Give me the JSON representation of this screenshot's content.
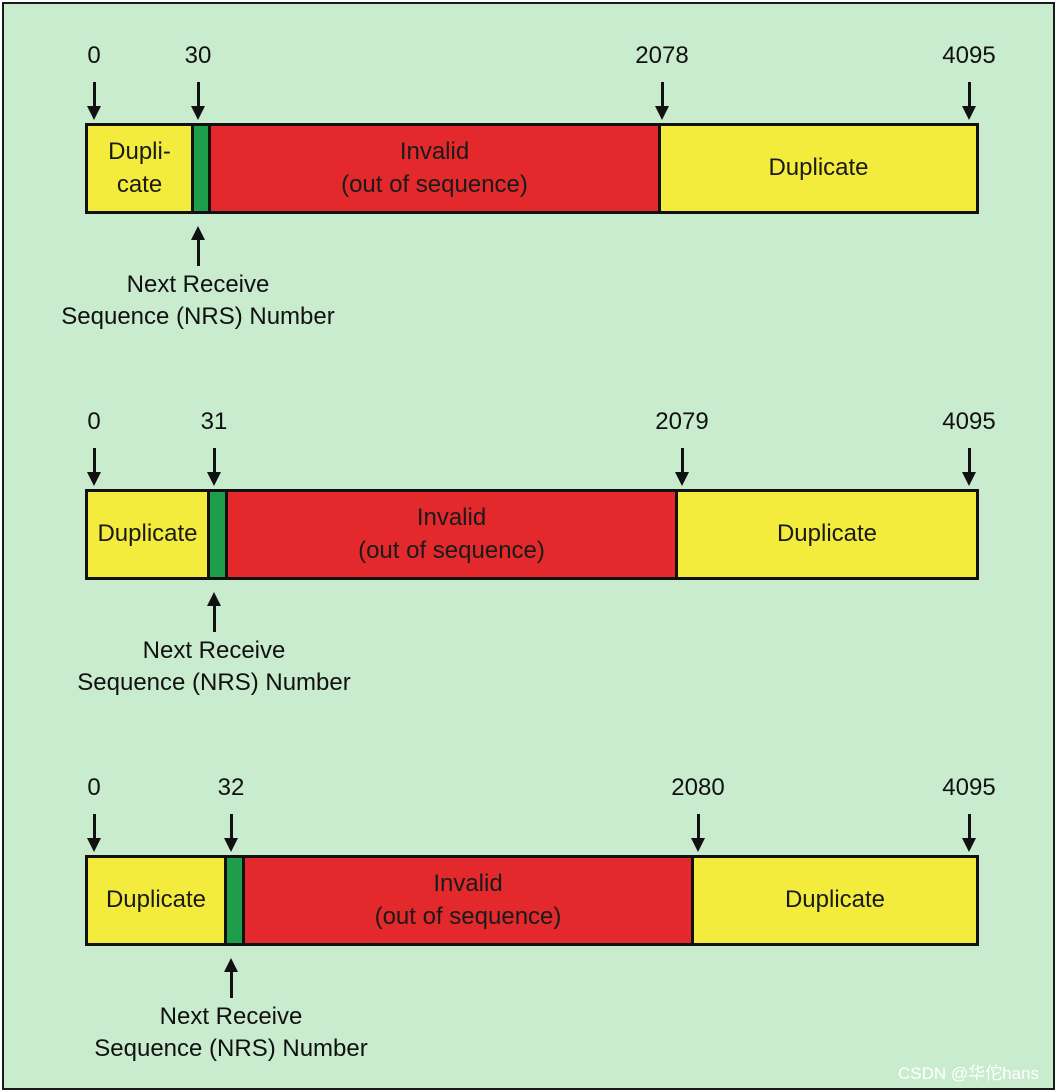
{
  "panels": [
    {
      "ticks": [
        "0",
        "30",
        "2078",
        "4095"
      ],
      "segments": {
        "left_duplicate": "Dupli-\ncate",
        "invalid_line1": "Invalid",
        "invalid_line2": "(out of sequence)",
        "right_duplicate": "Duplicate"
      },
      "nrs_label_line1": "Next Receive",
      "nrs_label_line2": "Sequence (NRS) Number"
    },
    {
      "ticks": [
        "0",
        "31",
        "2079",
        "4095"
      ],
      "segments": {
        "left_duplicate": "Duplicate",
        "invalid_line1": "Invalid",
        "invalid_line2": "(out of sequence)",
        "right_duplicate": "Duplicate"
      },
      "nrs_label_line1": "Next Receive",
      "nrs_label_line2": "Sequence (NRS) Number"
    },
    {
      "ticks": [
        "0",
        "32",
        "2080",
        "4095"
      ],
      "segments": {
        "left_duplicate": "Duplicate",
        "invalid_line1": "Invalid",
        "invalid_line2": "(out of sequence)",
        "right_duplicate": "Duplicate"
      },
      "nrs_label_line1": "Next Receive",
      "nrs_label_line2": "Sequence (NRS) Number"
    }
  ],
  "watermark": "CSDN @华佗hans",
  "colors": {
    "background": "#c9ebce",
    "duplicate": "#f3ec3c",
    "invalid": "#e3292b",
    "nrs": "#1e9d4a"
  }
}
